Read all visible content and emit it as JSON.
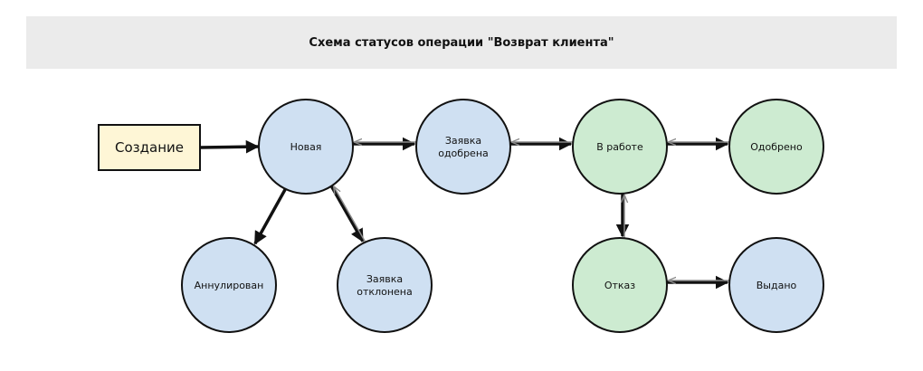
{
  "title": "Схема статусов операции \"Возврат клиента\"",
  "colors": {
    "start_fill": "#fef6d6",
    "blue_fill": "#cfe0f2",
    "green_fill": "#cdebd1",
    "stroke": "#111111",
    "back_edge": "#8a8a8a"
  },
  "start": {
    "label": "Создание"
  },
  "nodes": [
    {
      "id": "novaya",
      "lines": [
        "Новая"
      ],
      "color": "blue"
    },
    {
      "id": "odobrena",
      "lines": [
        "Заявка",
        "одобрена"
      ],
      "color": "blue"
    },
    {
      "id": "v_rabote",
      "lines": [
        "В работе"
      ],
      "color": "green"
    },
    {
      "id": "odobreno",
      "lines": [
        "Одобрено"
      ],
      "color": "green"
    },
    {
      "id": "annulirovan",
      "lines": [
        "Аннулирован"
      ],
      "color": "blue"
    },
    {
      "id": "otklonena",
      "lines": [
        "Заявка",
        "отклонена"
      ],
      "color": "blue"
    },
    {
      "id": "otkaz",
      "lines": [
        "Отказ"
      ],
      "color": "green"
    },
    {
      "id": "vydano",
      "lines": [
        "Выдано"
      ],
      "color": "blue"
    }
  ],
  "edges": [
    {
      "from": "start",
      "to": "novaya",
      "kind": "forward"
    },
    {
      "from": "novaya",
      "to": "odobrena",
      "kind": "forward"
    },
    {
      "from": "odobrena",
      "to": "novaya",
      "kind": "back"
    },
    {
      "from": "odobrena",
      "to": "v_rabote",
      "kind": "forward"
    },
    {
      "from": "v_rabote",
      "to": "odobrena",
      "kind": "back"
    },
    {
      "from": "v_rabote",
      "to": "odobreno",
      "kind": "forward"
    },
    {
      "from": "odobreno",
      "to": "v_rabote",
      "kind": "back"
    },
    {
      "from": "novaya",
      "to": "annulirovan",
      "kind": "forward"
    },
    {
      "from": "novaya",
      "to": "otklonena",
      "kind": "forward"
    },
    {
      "from": "otklonena",
      "to": "novaya",
      "kind": "back"
    },
    {
      "from": "v_rabote",
      "to": "otkaz",
      "kind": "forward"
    },
    {
      "from": "otkaz",
      "to": "v_rabote",
      "kind": "back"
    },
    {
      "from": "otkaz",
      "to": "vydano",
      "kind": "forward"
    },
    {
      "from": "vydano",
      "to": "otkaz",
      "kind": "back"
    }
  ]
}
